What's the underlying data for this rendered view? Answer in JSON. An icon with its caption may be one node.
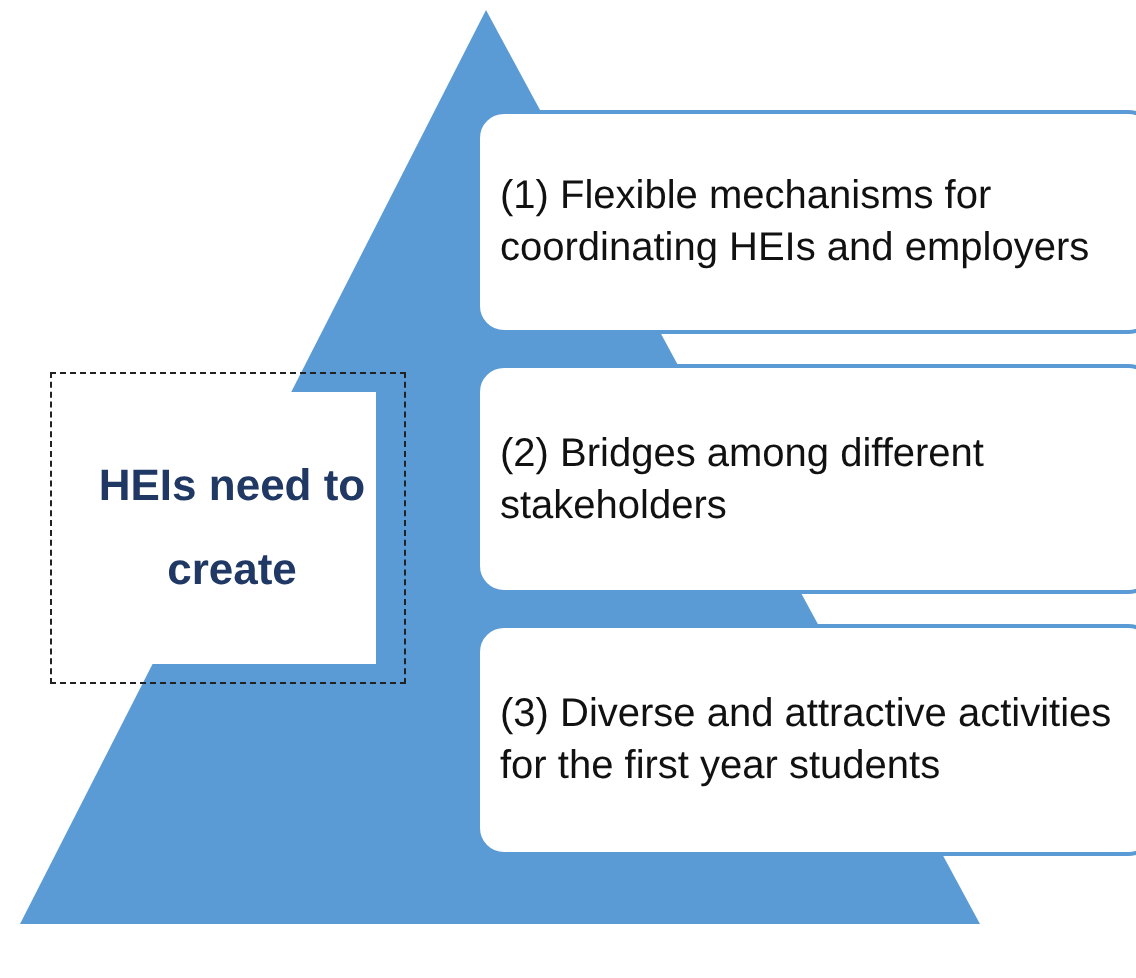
{
  "diagram": {
    "nodes": [
      {
        "text": [
          "HEIs need to create"
        ]
      },
      {
        "text": [
          "(1) Flexible mechanisms for coordinating HEIs and employers"
        ]
      },
      {
        "text": [
          "(2) Bridges among different stakeholders"
        ]
      },
      {
        "text": [
          "(3) Diverse and attractive activities for the first year students"
        ]
      }
    ],
    "edges": []
  }
}
